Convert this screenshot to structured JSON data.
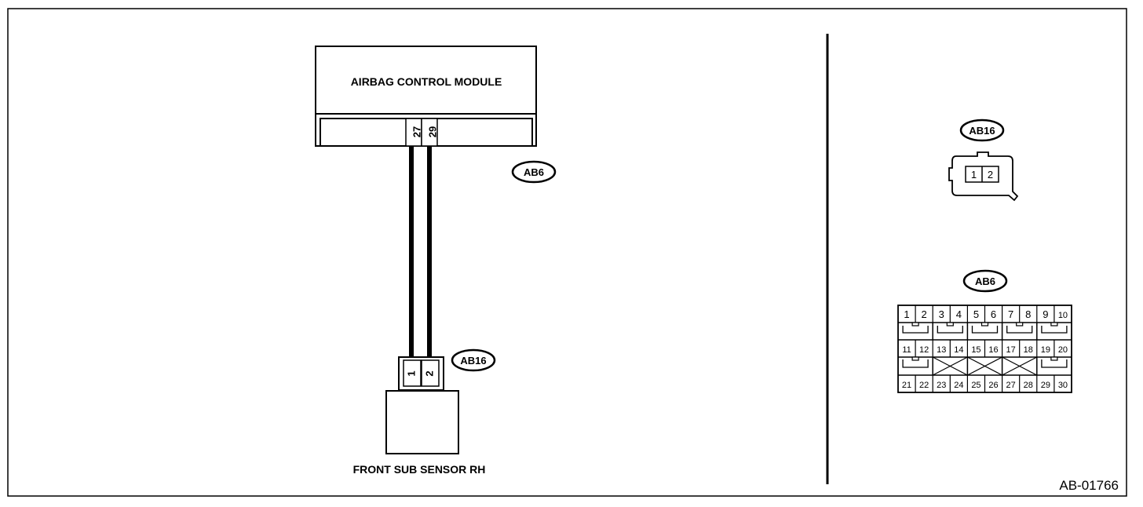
{
  "module": {
    "label": "AIRBAG CONTROL MODULE",
    "pins": [
      "27",
      "29"
    ],
    "connector_tag": "AB6"
  },
  "sensor": {
    "label": "FRONT SUB SENSOR RH",
    "pins": [
      "1",
      "2"
    ],
    "connector_tag": "AB16"
  },
  "connector_ab16_view": {
    "tag": "AB16",
    "pins": [
      "1",
      "2"
    ]
  },
  "connector_ab6_view": {
    "tag": "AB6",
    "row1": [
      "1",
      "2",
      "3",
      "4",
      "5",
      "6",
      "7",
      "8",
      "9",
      "10"
    ],
    "row2": [
      "11",
      "12",
      "13",
      "14",
      "15",
      "16",
      "17",
      "18",
      "19",
      "20"
    ],
    "row3": [
      "21",
      "22",
      "23",
      "24",
      "25",
      "26",
      "27",
      "28",
      "29",
      "30"
    ]
  },
  "figure_id": "AB-01766"
}
